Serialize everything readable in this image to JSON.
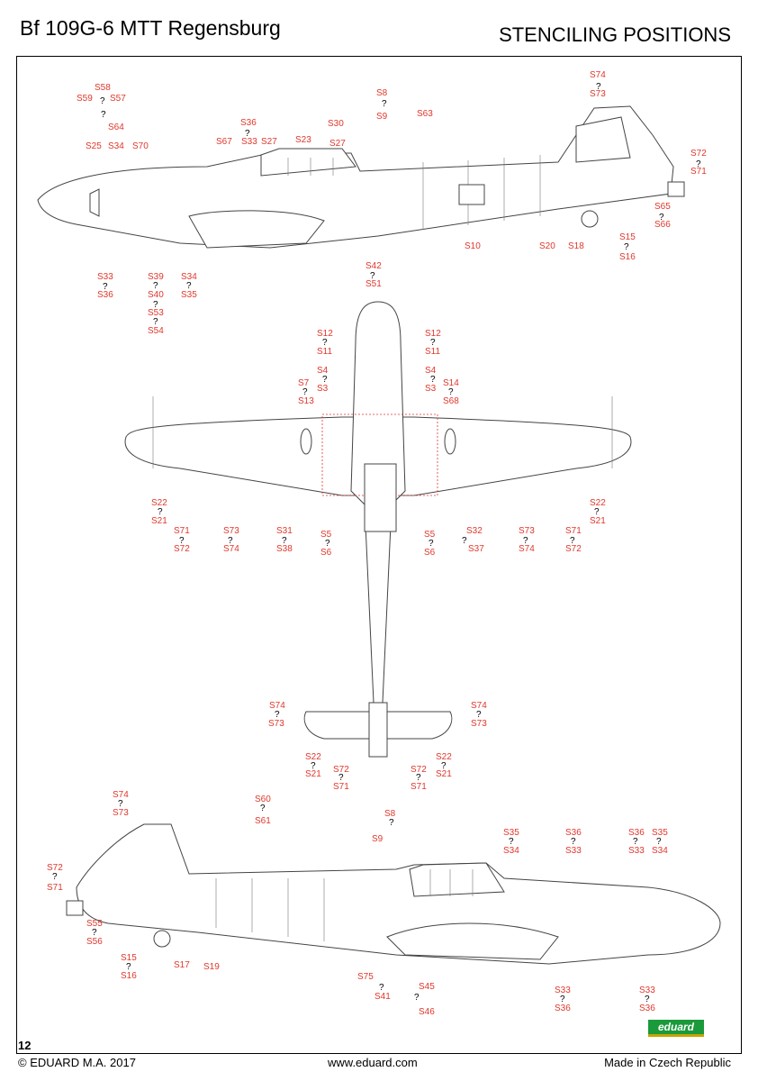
{
  "header": {
    "title_left": "Bf 109G-6 MTT Regensburg",
    "title_right": "STENCILING POSITIONS"
  },
  "footer": {
    "page_number": "12",
    "copyright": "© EDUARD  M.A. 2017",
    "website": "www.eduard.com",
    "made_in": "Made in Czech Republic",
    "brand": "eduard"
  },
  "labels": [
    "S58",
    "?",
    "S59",
    "S57",
    "?",
    "S64",
    "S8",
    "?",
    "S9",
    "S63",
    "S30",
    "S36",
    "?",
    "S67",
    "S33",
    "S27",
    "S23",
    "S27",
    "S25",
    "S34",
    "S70",
    "S74",
    "?",
    "S73",
    "S72",
    "?",
    "S71",
    "S65",
    "?",
    "S66",
    "S10",
    "S20",
    "S18",
    "S15",
    "?",
    "S16",
    "S42",
    "?",
    "S51",
    "S33",
    "?",
    "S36",
    "S39",
    "?",
    "S40",
    "?",
    "S53",
    "?",
    "S54",
    "S34",
    "?",
    "S35",
    "S12",
    "?",
    "S11",
    "S12",
    "?",
    "S11",
    "S4",
    "?",
    "S3",
    "S7",
    "?",
    "S13",
    "S4",
    "?",
    "S3",
    "S14",
    "?",
    "S68",
    "S22",
    "?",
    "S21",
    "S71",
    "?",
    "S72",
    "S73",
    "?",
    "S74",
    "S31",
    "?",
    "S38",
    "S5",
    "?",
    "S6",
    "S5",
    "?",
    "S6",
    "S32",
    "?",
    "S37",
    "S73",
    "?",
    "S74",
    "S71",
    "?",
    "S72",
    "S22",
    "?",
    "S21",
    "S74",
    "?",
    "S73",
    "S74",
    "?",
    "S73",
    "S22",
    "?",
    "S21",
    "S72",
    "?",
    "S71",
    "S72",
    "?",
    "S71",
    "S22",
    "?",
    "S21",
    "S74",
    "?",
    "S73",
    "S60",
    "?",
    "S61",
    "S8",
    "?",
    "S9",
    "S35",
    "?",
    "S34",
    "S36",
    "?",
    "S33",
    "S36",
    "S35",
    "?",
    "?",
    "S33",
    "S34",
    "S72",
    "?",
    "S71",
    "S55",
    "?",
    "S56",
    "S15",
    "?",
    "S16",
    "S17",
    "S19",
    "S75",
    "S41",
    "?",
    "S45",
    "?",
    "S46",
    "S33",
    "?",
    "S36",
    "S33",
    "?",
    "S36"
  ]
}
